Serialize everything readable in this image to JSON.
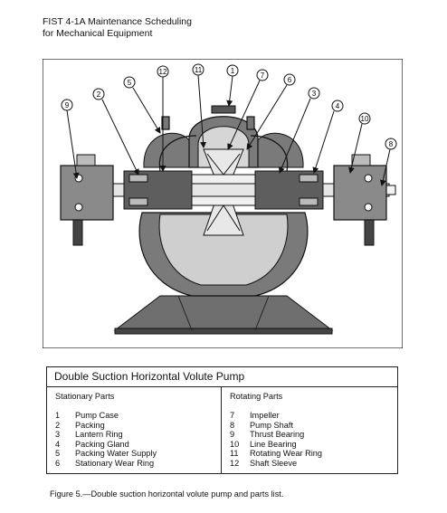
{
  "header": {
    "line1": "FIST 4-1A  Maintenance Scheduling",
    "line2": "for Mechanical Equipment"
  },
  "callout_numbers": [
    "12",
    "11",
    "1",
    "7",
    "6",
    "5",
    "2",
    "3",
    "4",
    "9",
    "10",
    "8"
  ],
  "parts_table": {
    "title": "Double Suction Horizontal Volute Pump",
    "stationary": {
      "heading": "Stationary Parts",
      "items": [
        {
          "num": "1",
          "name": "Pump Case"
        },
        {
          "num": "2",
          "name": "Packing"
        },
        {
          "num": "3",
          "name": "Lantern Ring"
        },
        {
          "num": "4",
          "name": "Packing Gland"
        },
        {
          "num": "5",
          "name": "Packing Water Supply"
        },
        {
          "num": "6",
          "name": "Stationary Wear Ring"
        }
      ]
    },
    "rotating": {
      "heading": "Rotating Parts",
      "items": [
        {
          "num": "7",
          "name": "Impeller"
        },
        {
          "num": "8",
          "name": "Pump Shaft"
        },
        {
          "num": "9",
          "name": "Thrust Bearing"
        },
        {
          "num": "10",
          "name": "Line Bearing"
        },
        {
          "num": "11",
          "name": "Rotating Wear Ring"
        },
        {
          "num": "12",
          "name": "Shaft Sleeve"
        }
      ]
    }
  },
  "caption": "Figure 5.—Double suction horizontal volute pump and parts list."
}
